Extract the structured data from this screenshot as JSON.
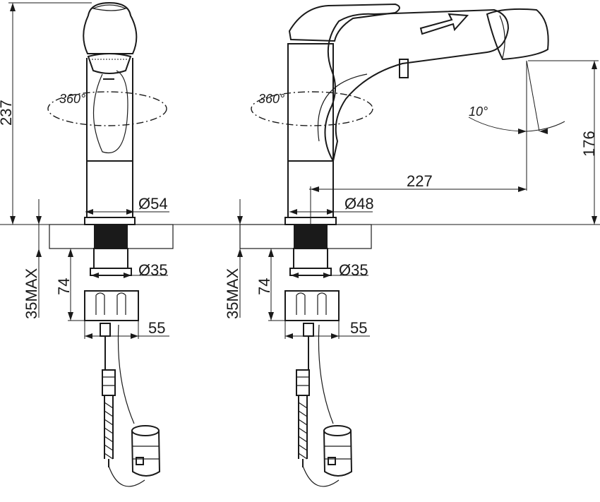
{
  "diagram": {
    "labels": {
      "height_total": "237",
      "rotation_left": "360°",
      "rotation_right": "360°",
      "base_dia_left": "Ø54",
      "base_dia_right": "Ø48",
      "shank_dia_left": "Ø35",
      "shank_dia_right": "Ø35",
      "thickness_left": "35MAX",
      "thickness_right": "35MAX",
      "shank_len_left": "74",
      "shank_len_right": "74",
      "nut_width_left": "55",
      "nut_width_right": "55",
      "reach": "227",
      "spout_height": "176",
      "spout_angle": "10°"
    }
  }
}
